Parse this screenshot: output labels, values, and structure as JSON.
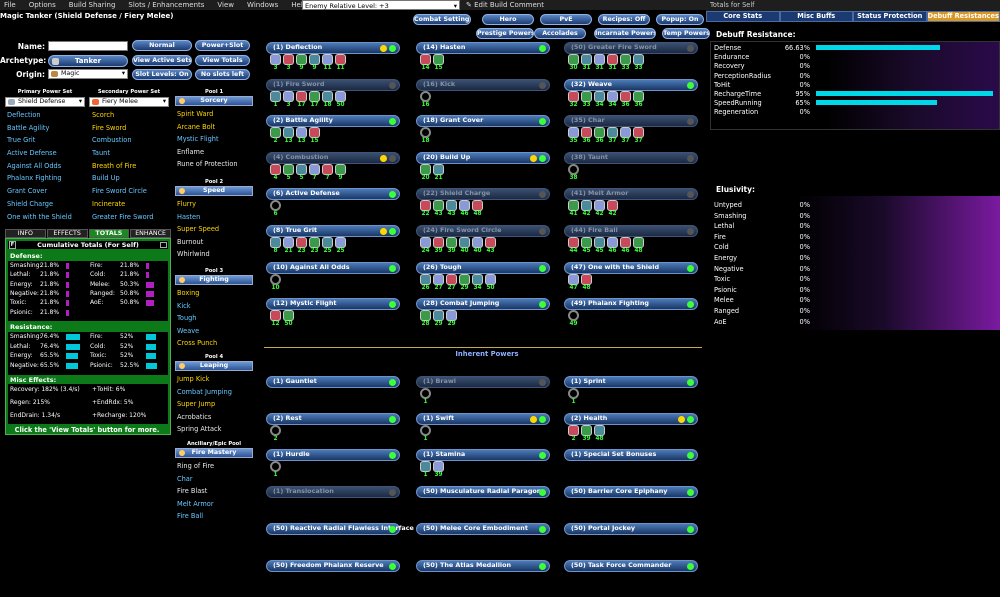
{
  "menu": [
    "File",
    "Options",
    "Build Sharing",
    "Slots / Enhancements",
    "View",
    "Windows",
    "Help"
  ],
  "level_select": "Enemy Relative Level: +3",
  "edit_comment": "✎ Edit Build Comment",
  "title": "Magic Tanker (Shield Defense / Fiery Melee)",
  "top_buttons": [
    "Combat Settings",
    "Hero",
    "PvE",
    "Recipes: Off",
    "Popup: On",
    "Prestige Powers",
    "Accolades",
    "Incarnate Powers",
    "Temp Powers"
  ],
  "left_labels": {
    "name": "Name:",
    "archetype": "Archetype:",
    "origin": "Origin:"
  },
  "archetype": "Tanker",
  "origin": "Magic",
  "left_buttons": [
    "Normal",
    "Power+Slot",
    "View Active Sets",
    "View Totals",
    "Slot Levels: On",
    "No slots left"
  ],
  "primary_hdr": "Primary Power Set",
  "secondary_hdr": "Secondary Power Set",
  "primary_set": "Shield Defense",
  "secondary_set": "Fiery Melee",
  "primary_powers": [
    "Deflection",
    "Battle Agility",
    "True Grit",
    "Active Defense",
    "Against All Odds",
    "Phalanx Fighting",
    "Grant Cover",
    "Shield Charge",
    "One with the Shield"
  ],
  "secondary_powers": [
    "Scorch",
    "Fire Sword",
    "Combustion",
    "Taunt",
    "Breath of Fire",
    "Build Up",
    "Fire Sword Circle",
    "Incinerate",
    "Greater Fire Sword"
  ],
  "pools": [
    {
      "hdr": "Pool 1",
      "name": "Sorcery",
      "powers": [
        "Spirit Ward",
        "Arcane Bolt",
        "Mystic Flight",
        "Enflame",
        "Rune of Protection"
      ]
    },
    {
      "hdr": "Pool 2",
      "name": "Speed",
      "powers": [
        "Flurry",
        "Hasten",
        "Super Speed",
        "Burnout",
        "Whirlwind"
      ]
    },
    {
      "hdr": "Pool 3",
      "name": "Fighting",
      "powers": [
        "Boxing",
        "Kick",
        "Tough",
        "Weave",
        "Cross Punch"
      ]
    },
    {
      "hdr": "Pool 4",
      "name": "Leaping",
      "powers": [
        "Jump Kick",
        "Combat Jumping",
        "Super Jump",
        "Acrobatics",
        "Spring Attack"
      ]
    },
    {
      "hdr": "Ancillary/Epic Pool",
      "name": "Fire Mastery",
      "powers": [
        "Ring of Fire",
        "Char",
        "Fire Blast",
        "Melt Armor",
        "Fire Ball"
      ]
    }
  ],
  "tabs": [
    "INFO",
    "EFFECTS",
    "TOTALS",
    "ENHANCE"
  ],
  "totals": {
    "header": "Cumulative Totals (For Self)",
    "f": "F",
    "defense_hdr": "Defense:",
    "defense_left": [
      [
        "Smashing:",
        "21.8%",
        0.218
      ],
      [
        "Lethal:",
        "21.8%",
        0.218
      ],
      [
        "Energy:",
        "21.8%",
        0.218
      ],
      [
        "Negative:",
        "21.8%",
        0.218
      ],
      [
        "Toxic:",
        "21.8%",
        0.218
      ],
      [
        "Psionic:",
        "21.8%",
        0.218
      ]
    ],
    "defense_right": [
      [
        "Fire:",
        "21.8%",
        0.218
      ],
      [
        "Cold:",
        "21.8%",
        0.218
      ],
      [
        "Melee:",
        "50.3%",
        0.503
      ],
      [
        "Ranged:",
        "50.8%",
        0.508
      ],
      [
        "AoE:",
        "50.8%",
        0.508
      ]
    ],
    "resist_hdr": "Resistance:",
    "resist_left": [
      [
        "Smashing:",
        "76.4%",
        0.764
      ],
      [
        "Lethal:",
        "76.4%",
        0.764
      ],
      [
        "Energy:",
        "65.5%",
        0.655
      ],
      [
        "Negative:",
        "65.5%",
        0.655
      ]
    ],
    "resist_right": [
      [
        "Fire:",
        "52%",
        0.52
      ],
      [
        "Cold:",
        "52%",
        0.52
      ],
      [
        "Toxic:",
        "52%",
        0.52
      ],
      [
        "Psionic:",
        "52.5%",
        0.525
      ]
    ],
    "misc_hdr": "Misc Effects:",
    "misc": [
      "Recovery: 182% (3.4/s)",
      "+ToHit: 6%",
      "Regen: 215%",
      "+EndRdx: 5%",
      "EndDrain: 1.34/s",
      "+Recharge: 120%"
    ],
    "footer": "Click the 'View Totals' button for more."
  },
  "slots": [
    {
      "name": "(1) Deflection",
      "en": [
        "3",
        "3",
        "9",
        "9",
        "11",
        "11"
      ],
      "s": 2
    },
    {
      "name": "(14) Hasten",
      "en": [
        "14",
        "15"
      ],
      "s": 1
    },
    {
      "name": "(50) Greater Fire Sword",
      "en": [
        "30",
        "31",
        "31",
        "31",
        "33",
        "33"
      ],
      "s": 1,
      "dim": true
    },
    {
      "name": "(1) Fire Sword",
      "en": [
        "1",
        "3",
        "17",
        "17",
        "18",
        "50"
      ],
      "s": 1,
      "dim": true
    },
    {
      "name": "(16) Kick",
      "en": [
        "16"
      ],
      "s": 1,
      "dim": true
    },
    {
      "name": "(32) Weave",
      "en": [
        "32",
        "33",
        "34",
        "34",
        "36",
        "36"
      ],
      "s": 1
    },
    {
      "name": "(2) Battle Agility",
      "en": [
        "2",
        "13",
        "13",
        "15"
      ],
      "s": 1
    },
    {
      "name": "(18) Grant Cover",
      "en": [
        "18"
      ],
      "s": 1
    },
    {
      "name": "(35) Char",
      "en": [
        "35",
        "36",
        "36",
        "37",
        "37",
        "37"
      ],
      "s": 1,
      "dim": true
    },
    {
      "name": "(4) Combustion",
      "en": [
        "4",
        "5",
        "5",
        "7",
        "7",
        "9"
      ],
      "s": 2,
      "dim": true
    },
    {
      "name": "(20) Build Up",
      "en": [
        "20",
        "21"
      ],
      "s": 2
    },
    {
      "name": "(38) Taunt",
      "en": [
        "38"
      ],
      "s": 1,
      "dim": true
    },
    {
      "name": "(6) Active Defense",
      "en": [
        "6"
      ],
      "s": 1
    },
    {
      "name": "(22) Shield Charge",
      "en": [
        "22",
        "43",
        "43",
        "46",
        "48"
      ],
      "s": 1,
      "dim": true
    },
    {
      "name": "(41) Melt Armor",
      "en": [
        "41",
        "42",
        "42",
        "42"
      ],
      "s": 1,
      "dim": true
    },
    {
      "name": "(8) True Grit",
      "en": [
        "8",
        "21",
        "23",
        "23",
        "25",
        "25"
      ],
      "s": 2
    },
    {
      "name": "(24) Fire Sword Circle",
      "en": [
        "24",
        "39",
        "39",
        "40",
        "40",
        "43"
      ],
      "s": 1,
      "dim": true
    },
    {
      "name": "(44) Fire Ball",
      "en": [
        "44",
        "45",
        "45",
        "46",
        "46",
        "48"
      ],
      "s": 1,
      "dim": true
    },
    {
      "name": "(10) Against All Odds",
      "en": [
        "10"
      ],
      "s": 1
    },
    {
      "name": "(26) Tough",
      "en": [
        "26",
        "27",
        "27",
        "29",
        "34",
        "50"
      ],
      "s": 1
    },
    {
      "name": "(47) One with the Shield",
      "en": [
        "47",
        "48"
      ],
      "s": 1
    },
    {
      "name": "(12) Mystic Flight",
      "en": [
        "12",
        "50"
      ],
      "s": 1
    },
    {
      "name": "(28) Combat Jumping",
      "en": [
        "28",
        "29",
        "29"
      ],
      "s": 1
    },
    {
      "name": "(49) Phalanx Fighting",
      "en": [
        "49"
      ],
      "s": 1
    }
  ],
  "inherent_hdr": "Inherent Powers",
  "inherent": [
    {
      "name": "(1) Gauntlet",
      "en": [],
      "s": 1
    },
    {
      "name": "(1) Brawl",
      "en": [
        "1"
      ],
      "s": 1,
      "dim": true
    },
    {
      "name": "(1) Sprint",
      "en": [
        "1"
      ],
      "s": 1
    },
    {
      "name": "(2) Rest",
      "en": [
        "2"
      ],
      "s": 1
    },
    {
      "name": "(1) Swift",
      "en": [
        "1"
      ],
      "s": 2
    },
    {
      "name": "(2) Health",
      "en": [
        "2",
        "39",
        "48"
      ],
      "s": 2
    },
    {
      "name": "(1) Hurdle",
      "en": [
        "1"
      ],
      "s": 1
    },
    {
      "name": "(1) Stamina",
      "en": [
        "1",
        "39"
      ],
      "s": 1
    },
    {
      "name": "(1) Special Set Bonuses",
      "en": [],
      "s": 1
    },
    {
      "name": "(1) Translocation",
      "en": [],
      "s": 1,
      "dim": true
    },
    {
      "name": "(50) Musculature Radial Paragon",
      "en": [],
      "s": 1
    },
    {
      "name": "(50) Barrier Core Epiphany",
      "en": [],
      "s": 1
    },
    {
      "name": "(50) Reactive Radial Flawless Interface",
      "en": [],
      "s": 1
    },
    {
      "name": "(50) Melee Core Embodiment",
      "en": [],
      "s": 1
    },
    {
      "name": "(50) Portal Jockey",
      "en": [],
      "s": 1
    },
    {
      "name": "(50) Freedom Phalanx Reserve",
      "en": [],
      "s": 1
    },
    {
      "name": "(50) The Atlas Medallion",
      "en": [],
      "s": 1
    },
    {
      "name": "(50) Task Force Commander",
      "en": [],
      "s": 1
    }
  ],
  "right": {
    "title": "Totals for Self",
    "tabs": [
      "Core Stats",
      "Misc Buffs",
      "Status Protection",
      "Debuff Resistances"
    ],
    "debuff_hdr": "Debuff Resistance:",
    "debuff": [
      [
        "Defense",
        "66.63%",
        0.6663
      ],
      [
        "Endurance",
        "0%",
        0
      ],
      [
        "Recovery",
        "0%",
        0
      ],
      [
        "PerceptionRadius",
        "0%",
        0
      ],
      [
        "ToHit",
        "0%",
        0
      ],
      [
        "RechargeTime",
        "95%",
        0.95
      ],
      [
        "SpeedRunning",
        "65%",
        0.65
      ],
      [
        "Regeneration",
        "0%",
        0
      ]
    ],
    "elus_hdr": "Elusivity:",
    "elus": [
      [
        "Untyped",
        "0%"
      ],
      [
        "Smashing",
        "0%"
      ],
      [
        "Lethal",
        "0%"
      ],
      [
        "Fire",
        "0%"
      ],
      [
        "Cold",
        "0%"
      ],
      [
        "Energy",
        "0%"
      ],
      [
        "Negative",
        "0%"
      ],
      [
        "Toxic",
        "0%"
      ],
      [
        "Psionic",
        "0%"
      ],
      [
        "Melee",
        "0%"
      ],
      [
        "Ranged",
        "0%"
      ],
      [
        "AoE",
        "0%"
      ]
    ]
  },
  "colors": {
    "accent": "#d99620",
    "pill": "#2d5393",
    "totals_green": "#0c7a18",
    "bar_cyan": "#00d8e8"
  }
}
